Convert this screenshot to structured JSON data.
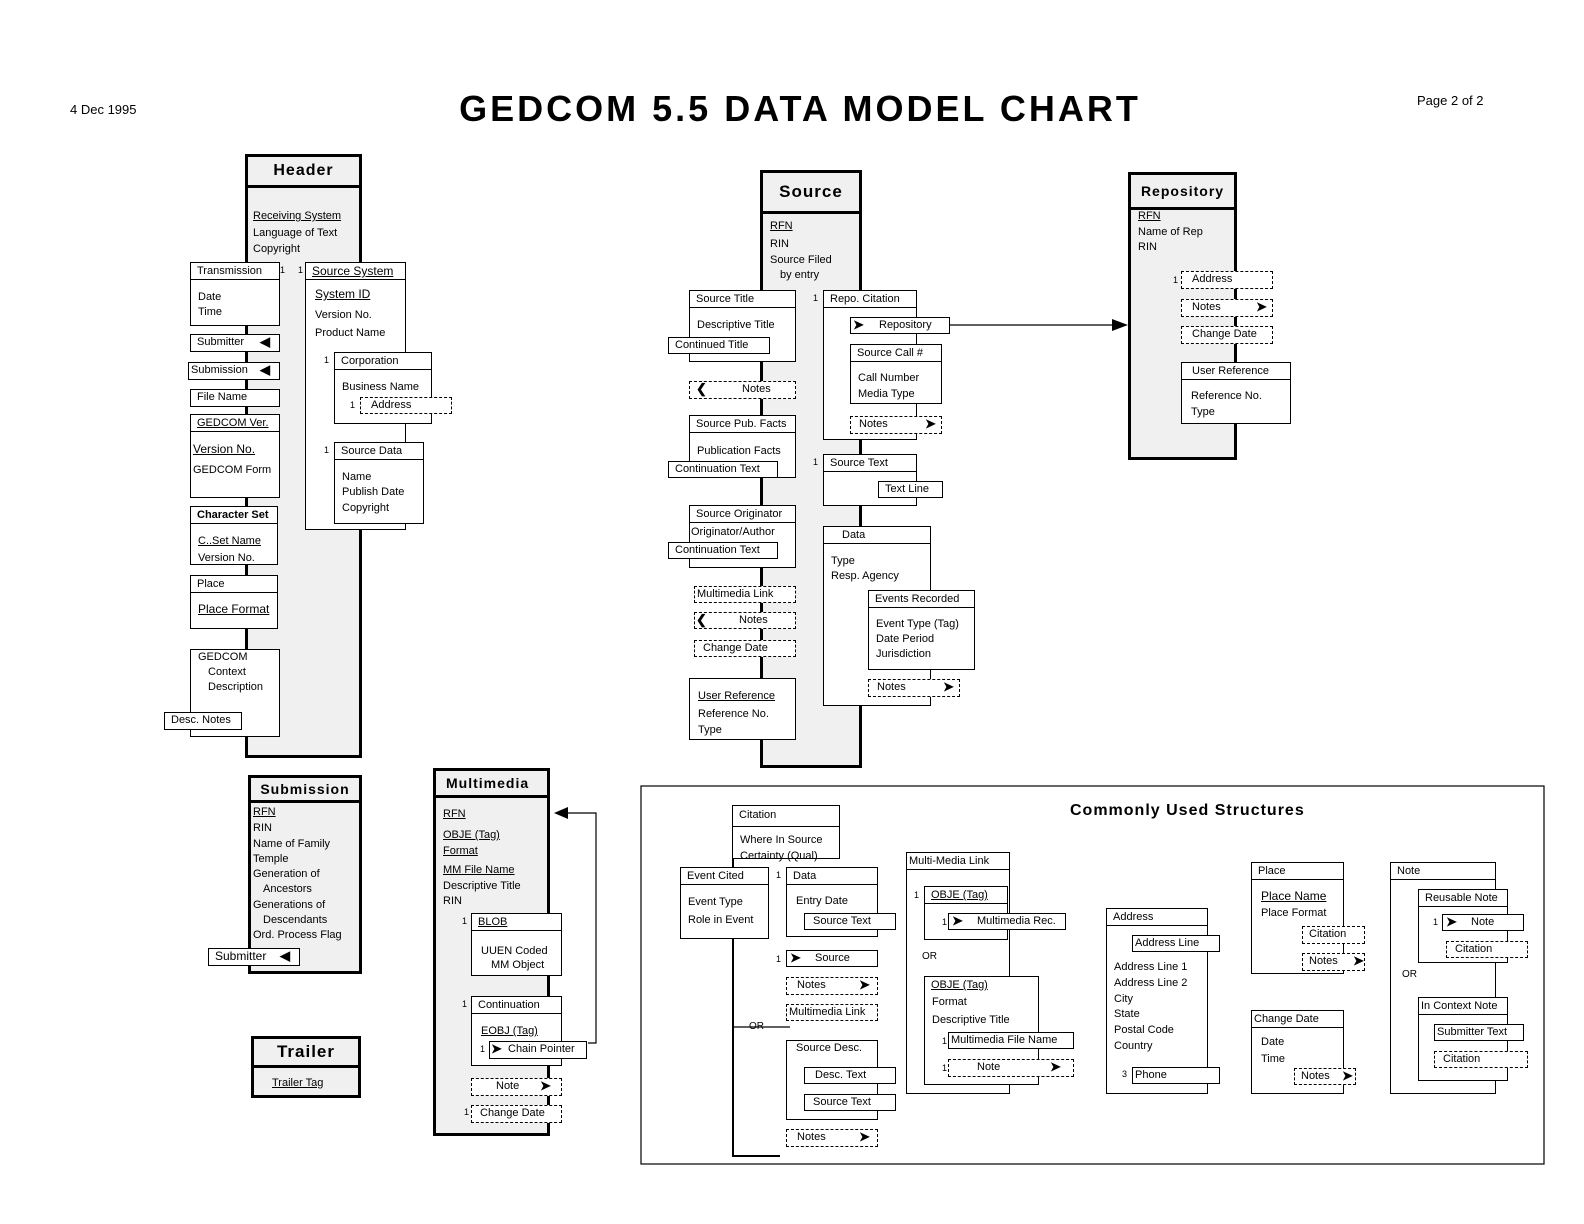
{
  "date": "4 Dec 1995",
  "title": "GEDCOM 5.5 DATA MODEL CHART",
  "page": "Page 2 of 2",
  "common_title": "Commonly Used Structures",
  "or": "OR",
  "one": "1",
  "three": "3",
  "header": {
    "title": "Header",
    "fields": [
      "Receiving System",
      "Language of Text",
      "Copyright"
    ],
    "transmission": {
      "title": "Transmission",
      "fields": [
        "Date",
        "Time"
      ]
    },
    "submitter": "Submitter",
    "submission": "Submission",
    "file_name": "File Name",
    "gedcom_ver": "GEDCOM Ver.",
    "version_no": "Version No.",
    "gedcom_form": "GEDCOM Form",
    "character_set": "Character Set",
    "cset_name": "C..Set Name",
    "cset_version": "Version No.",
    "place": "Place",
    "place_format": "Place Format",
    "gedcom_context": [
      "GEDCOM",
      "Context",
      "Description"
    ],
    "desc_notes": "Desc. Notes",
    "source_system": "Source System",
    "system_id": "System ID",
    "sys_version": "Version No.",
    "product_name": "Product Name",
    "corporation": "Corporation",
    "business_name": "Business Name",
    "address": "Address",
    "source_data": "Source Data",
    "source_data_fields": [
      "Name",
      "Publish Date",
      "Copyright"
    ]
  },
  "submission": {
    "title": "Submission",
    "fields": [
      "RFN",
      "RIN",
      "Name of Family",
      "Temple",
      "Generation of",
      "Ancestors",
      "Generations of",
      "Descendants",
      "Ord. Process Flag"
    ],
    "submitter": "Submitter"
  },
  "trailer": {
    "title": "Trailer",
    "tag": "Trailer Tag"
  },
  "multimedia": {
    "title": "Multimedia",
    "fields": [
      "RFN",
      "OBJE (Tag)",
      "Format",
      "MM File Name",
      "Descriptive Title",
      "RIN"
    ],
    "blob": "BLOB",
    "blob_fields": [
      "UUEN Coded",
      "MM Object"
    ],
    "continuation": "Continuation",
    "eobj": "EOBJ (Tag)",
    "chain_pointer": "Chain Pointer",
    "note": "Note",
    "change_date": "Change Date"
  },
  "source": {
    "title": "Source",
    "fields": [
      "RFN",
      "RIN",
      "Source Filed",
      "by entry"
    ],
    "source_title": "Source Title",
    "descriptive_title": "Descriptive Title",
    "continued_title": "Continued Title",
    "notes": "Notes",
    "pub_facts": "Source Pub. Facts",
    "publication_facts": "Publication Facts",
    "continuation_text": "Continuation Text",
    "originator": "Source Originator",
    "originator_author": "Originator/Author",
    "continuation_text2": "Continuation Text",
    "multimedia_link": "Multimedia Link",
    "notes2": "Notes",
    "change_date": "Change Date",
    "user_reference": "User Reference",
    "reference_no": "Reference No.",
    "type": "Type",
    "repo_citation": "Repo. Citation",
    "repository": "Repository",
    "source_call": "Source Call #",
    "call_number": "Call Number",
    "media_type": "Media Type",
    "call_notes": "Notes",
    "source_text": "Source Text",
    "text_line": "Text Line",
    "data": "Data",
    "data_fields": [
      "Type",
      "Resp. Agency"
    ],
    "events_recorded": "Events Recorded",
    "events_fields": [
      "Event Type (Tag)",
      "Date Period",
      "Jurisdiction"
    ],
    "data_notes": "Notes"
  },
  "repository": {
    "title": "Repository",
    "fields": [
      "RFN",
      "Name of Rep",
      "RIN"
    ],
    "address": "Address",
    "notes": "Notes",
    "change_date": "Change Date",
    "user_reference": "User Reference",
    "reference_no": "Reference No.",
    "type": "Type"
  },
  "citation": {
    "title": "Citation",
    "fields": [
      "Where In Source",
      "Certainty (Qual)"
    ],
    "event_cited": "Event Cited",
    "event_fields": [
      "Event Type",
      "Role in Event"
    ],
    "data": "Data",
    "entry_date": "Entry Date",
    "source_text": "Source Text",
    "source": "Source",
    "notes": "Notes",
    "multimedia_link": "Multimedia Link",
    "source_desc": "Source Desc.",
    "desc_text": "Desc. Text",
    "source_text2": "Source Text",
    "notes2": "Notes"
  },
  "mmlink": {
    "title": "Multi-Media Link",
    "obje": "OBJE (Tag)",
    "multimedia_rec": "Multimedia Rec.",
    "obje2": "OBJE (Tag)",
    "format": "Format",
    "descriptive_title": "Descriptive Title",
    "mm_file_name": "Multimedia File Name",
    "note": "Note"
  },
  "address_s": {
    "title": "Address",
    "address_line": "Address Line",
    "fields": [
      "Address Line 1",
      "Address Line 2",
      "City",
      "State",
      "Postal Code",
      "Country"
    ],
    "phone": "Phone"
  },
  "place_s": {
    "title": "Place",
    "place_name": "Place Name",
    "place_format": "Place Format",
    "citation": "Citation",
    "notes": "Notes"
  },
  "change_s": {
    "title": "Change Date",
    "fields": [
      "Date",
      "Time"
    ],
    "notes": "Notes"
  },
  "note_s": {
    "title": "Note",
    "reusable": "Reusable Note",
    "note": "Note",
    "citation": "Citation",
    "in_context": "In Context Note",
    "submitter_text": "Submitter Text",
    "citation2": "Citation"
  }
}
